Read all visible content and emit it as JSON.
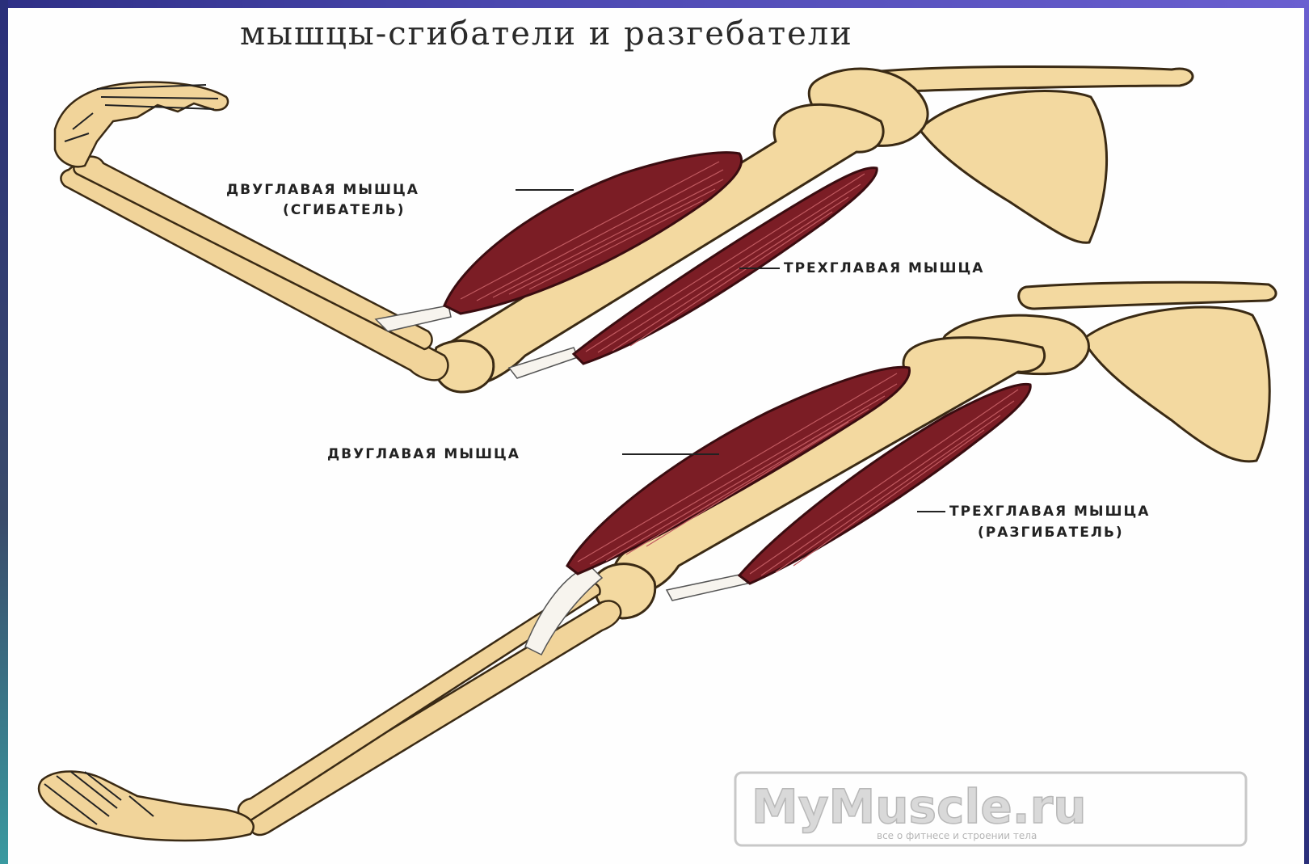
{
  "title": "мышцы-сгибатели и разгебатели",
  "labels": {
    "top_biceps_line1": "ДВУГЛАВАЯ МЫШЦА",
    "top_biceps_line2": "(СГИБАТЕЛЬ)",
    "top_triceps": "ТРЕХГЛАВАЯ МЫШЦА",
    "bottom_biceps": "ДВУГЛАВАЯ МЫШЦА",
    "bottom_triceps_line1": "ТРЕХГЛАВАЯ МЫШЦА",
    "bottom_triceps_line2": "(РАЗГИБАТЕЛЬ)"
  },
  "watermark": {
    "brand": "MyMuscle.ru",
    "tagline": "все о фитнесе и строении тела"
  },
  "colors": {
    "bone": "#f3d9a0",
    "muscle": "#7b1d25",
    "frame": "#1c2266"
  }
}
